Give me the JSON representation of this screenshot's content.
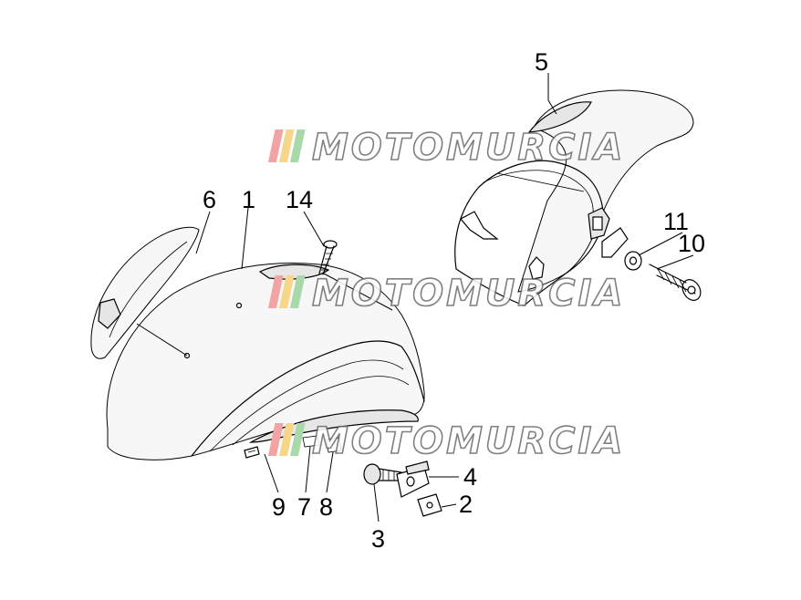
{
  "watermark": {
    "text": "MOTOMURCIA",
    "stripe_colors": [
      "#f2a3a3",
      "#f7d68a",
      "#a9d9a9"
    ]
  },
  "callouts": [
    {
      "id": "1",
      "label": "1"
    },
    {
      "id": "2",
      "label": "2"
    },
    {
      "id": "3",
      "label": "3"
    },
    {
      "id": "4",
      "label": "4"
    },
    {
      "id": "5",
      "label": "5"
    },
    {
      "id": "6",
      "label": "6"
    },
    {
      "id": "7",
      "label": "7"
    },
    {
      "id": "8",
      "label": "8"
    },
    {
      "id": "9",
      "label": "9"
    },
    {
      "id": "10",
      "label": "10"
    },
    {
      "id": "11",
      "label": "11"
    },
    {
      "id": "14",
      "label": "14"
    }
  ],
  "icons": {
    "front_mudguard": "front-mudguard-icon",
    "rear_mudguard": "rear-mudguard-icon",
    "emblem": "emblem-icon",
    "screw": "screw-icon",
    "washer": "washer-icon",
    "clip": "clip-icon"
  }
}
